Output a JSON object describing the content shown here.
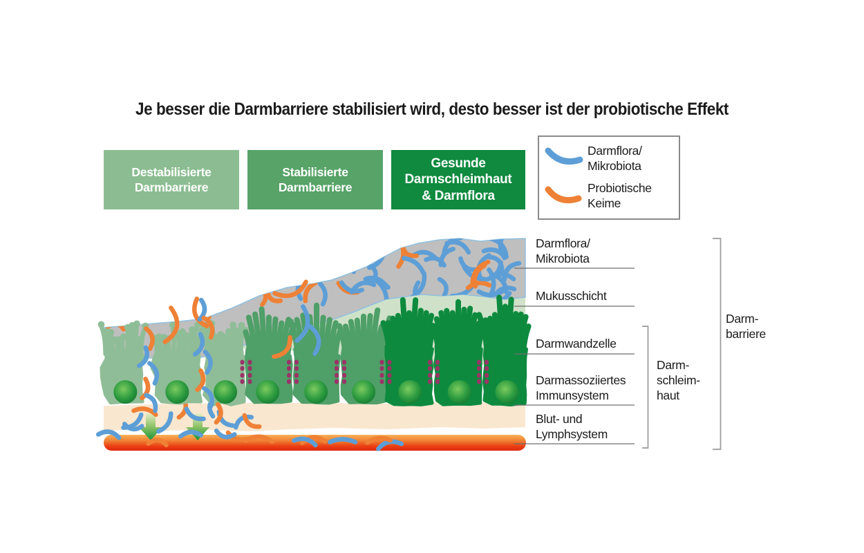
{
  "title": "Je besser die Darmbarriere stabilisiert wird, desto besser ist der probiotische Effekt",
  "stages": [
    {
      "label": "Destabilisierte\nDarmbarriere",
      "color": "#8cbd92"
    },
    {
      "label": "Stabilisierte\nDarmbarriere",
      "color": "#57a368"
    },
    {
      "label": "Gesunde\nDarmschleimhaut\n& Darmflora",
      "color": "#0f8a3e"
    }
  ],
  "legend": {
    "items": [
      {
        "label": "Darmflora/\nMikrobiota",
        "icon": "blue-curve-icon"
      },
      {
        "label": "Probiotische\nKeime",
        "icon": "orange-curve-icon"
      }
    ],
    "border_color": "#8a8a8a"
  },
  "layer_labels": [
    {
      "label": "Darmflora/\nMikrobiota"
    },
    {
      "label": "Mukusschicht"
    },
    {
      "label": "Darmwandzelle"
    },
    {
      "label": "Darmassoziiertes\nImmunsystem"
    },
    {
      "label": "Blut- und\nLymphsystem"
    }
  ],
  "bracket_labels": [
    {
      "label": "Darm-\nschleim-\nhaut"
    },
    {
      "label": "Darm-\nbarriere"
    }
  ],
  "colors": {
    "microbiota_blue": "#5d9ed6",
    "probiotic_orange": "#ee8136",
    "mucus_gray": "#bfbfbf",
    "mucus_outline_blue": "#8fc0e0",
    "mucus_green": "#cfe2c9",
    "cell_left_green": "#8fbd97",
    "cell_mid_green": "#4f9f68",
    "cell_right_green": "#0d8a3e",
    "nucleus_light": "#7ccb5f",
    "nucleus_mid": "#2f9d41",
    "nucleus_dark": "#086b29",
    "junction_purple": "#9c3366",
    "immune_cream": "#f9e7d0",
    "vessel_top": "#f9b159",
    "vessel_mid": "#f08033",
    "vessel_red": "#ea3a12",
    "vessel_dark": "#dc2a0e",
    "arrow_pale": "#e6edc6",
    "arrow_mid": "#8cc063",
    "arrow_green": "#14953f",
    "line_gray": "#6e6e6e",
    "bracket_gray": "#9a9a9a",
    "text_dark": "#1b1b1b"
  }
}
